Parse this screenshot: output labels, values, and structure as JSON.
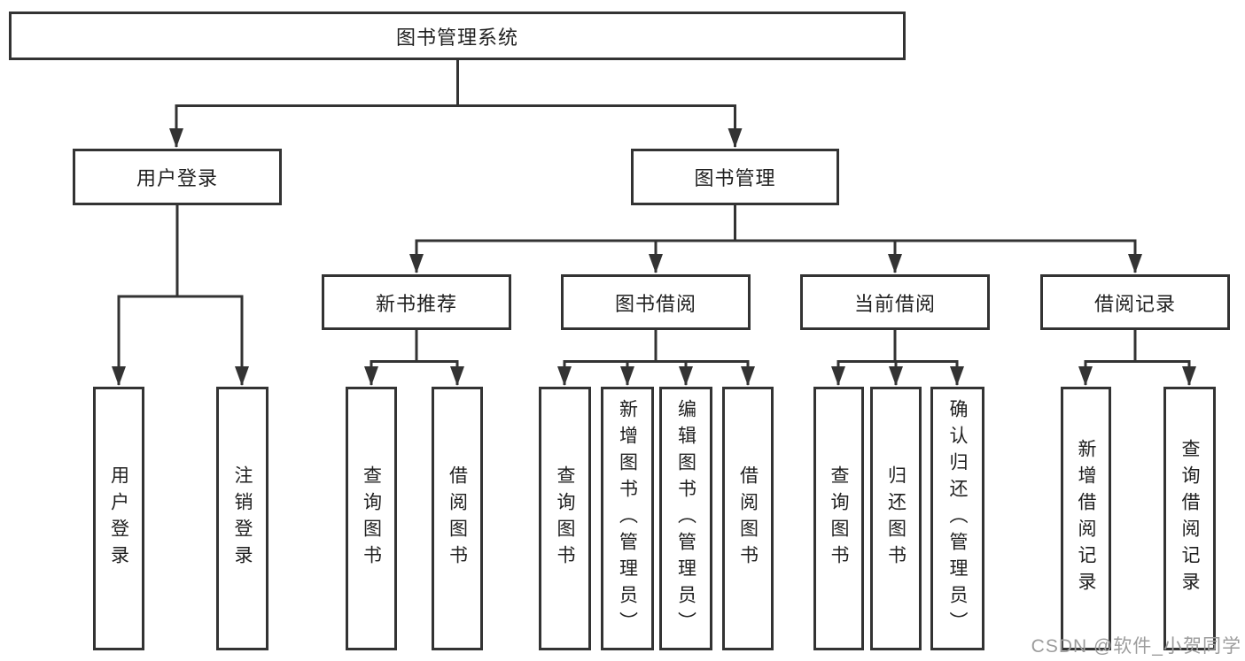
{
  "diagram_type": "hierarchy-tree",
  "watermark": "CSDN @软件_小贺同学",
  "colors": {
    "line": "#333333",
    "border": "#333333",
    "text": "#1f1f1f",
    "watermark": "#9c9c9c",
    "background": "#ffffff"
  },
  "tree": {
    "label": "图书管理系统",
    "children": [
      {
        "label": "用户登录",
        "children": [
          {
            "label": "用户登录"
          },
          {
            "label": "注销登录"
          }
        ]
      },
      {
        "label": "图书管理",
        "children": [
          {
            "label": "新书推荐",
            "children": [
              {
                "label": "查询图书"
              },
              {
                "label": "借阅图书"
              }
            ]
          },
          {
            "label": "图书借阅",
            "children": [
              {
                "label": "查询图书"
              },
              {
                "label": "新增图书（管理员）"
              },
              {
                "label": "编辑图书（管理员）"
              },
              {
                "label": "借阅图书"
              }
            ]
          },
          {
            "label": "当前借阅",
            "children": [
              {
                "label": "查询图书"
              },
              {
                "label": "归还图书"
              },
              {
                "label": "确认归还（管理员）"
              }
            ]
          },
          {
            "label": "借阅记录",
            "children": [
              {
                "label": "新增借阅记录"
              },
              {
                "label": "查询借阅记录"
              }
            ]
          }
        ]
      }
    ]
  }
}
